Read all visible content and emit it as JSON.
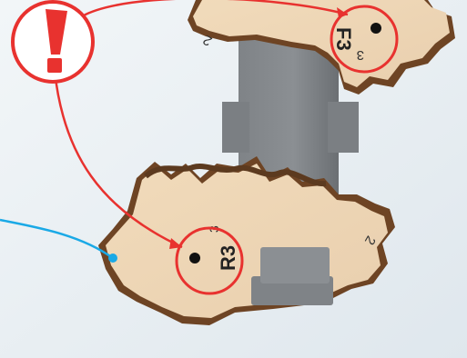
{
  "scene": {
    "labels": {
      "top_gear": "F3",
      "bottom_gear": "R3",
      "gear_side_number_left": "2",
      "gear_side_number_right": "2",
      "gear_small_three": "3"
    },
    "alert": {
      "icon": "exclamation-icon",
      "color": "#e8322f"
    },
    "colors": {
      "wood": "#efd6b5",
      "wood_edge": "#7a4e2a",
      "block": "#85898d",
      "callout_red": "#e8322f",
      "callout_blue": "#1aa9e6",
      "background": "#e9eef2"
    }
  }
}
